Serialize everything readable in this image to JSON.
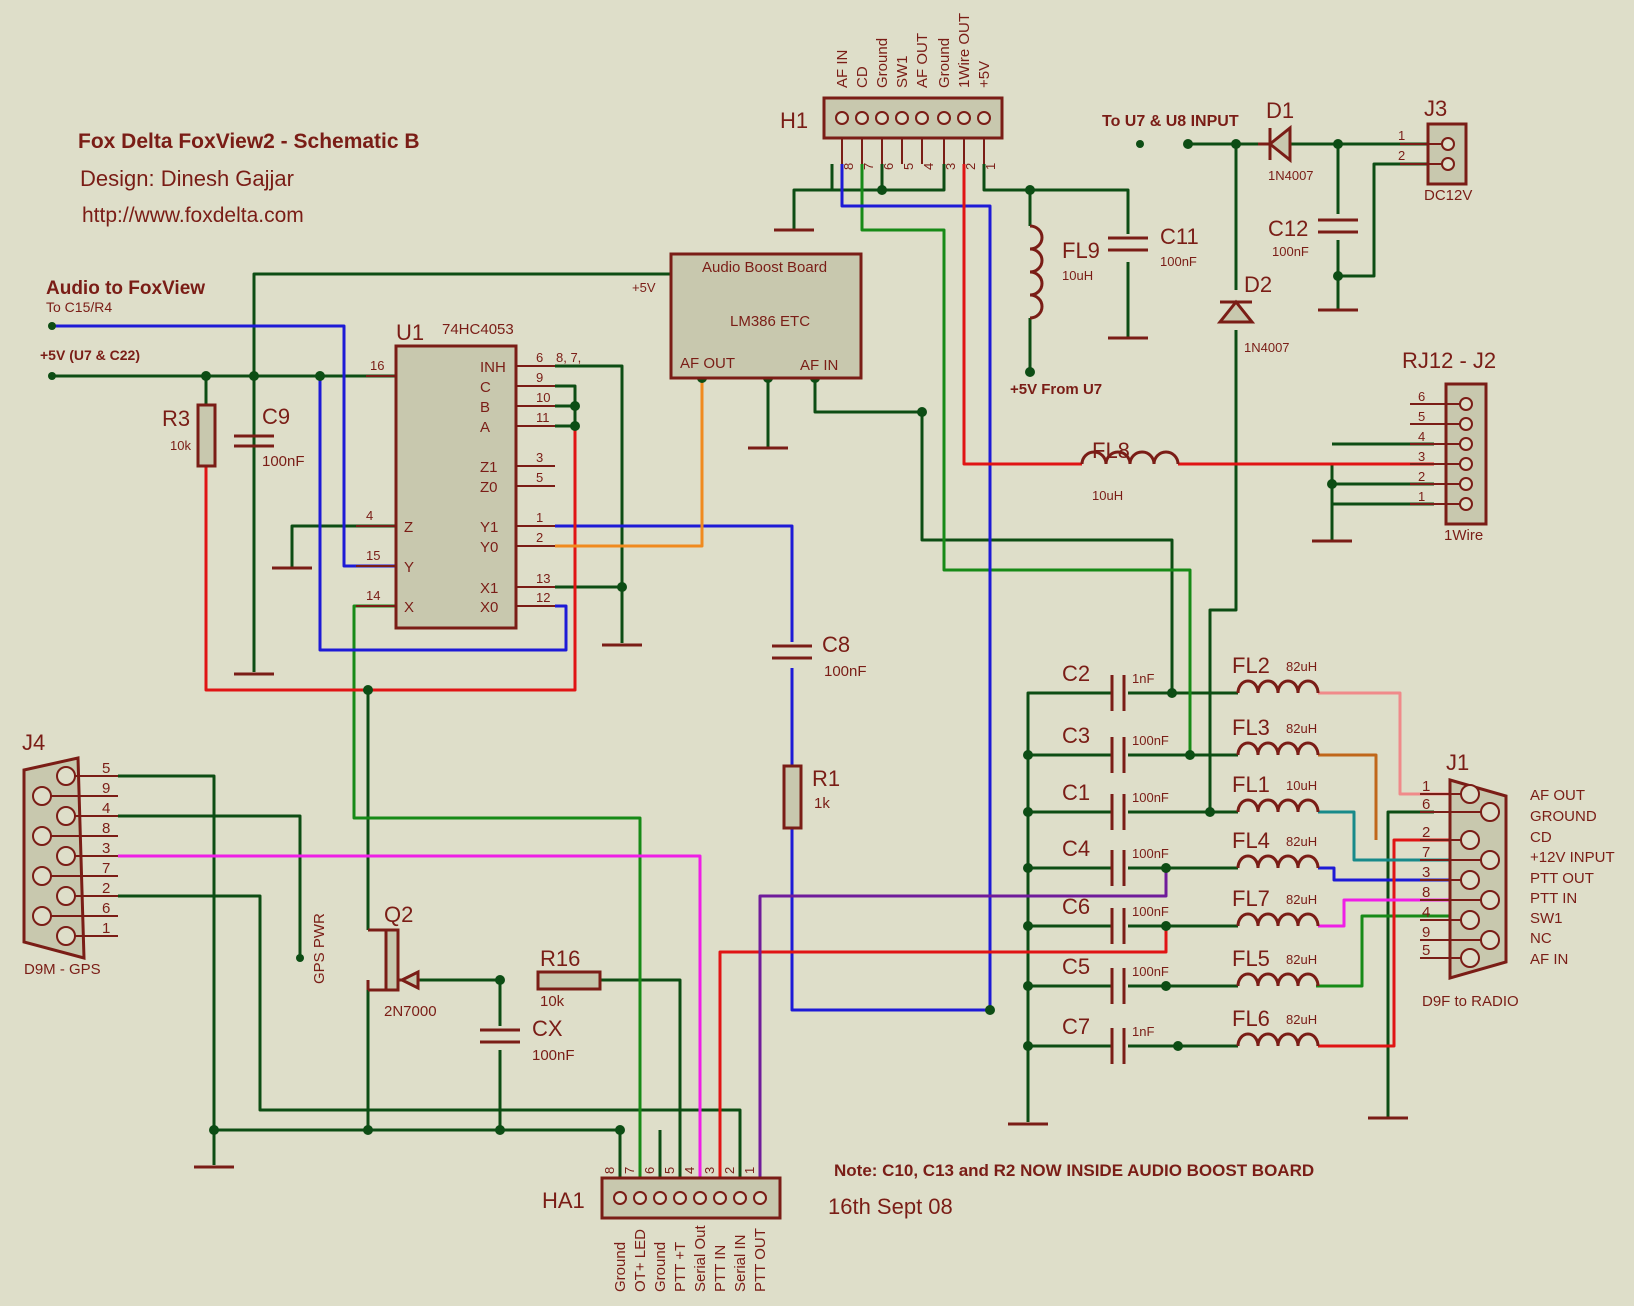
{
  "title": {
    "main": "Fox Delta FoxView2 - Schematic B",
    "design": "Design: Dinesh Gajjar",
    "url": "http://www.foxdelta.com"
  },
  "notes": {
    "note": "Note: C10, C13 and R2 NOW INSIDE AUDIO BOOST BOARD",
    "date": "16th Sept 08"
  },
  "net_labels": {
    "audio_to_foxview": "Audio to FoxView",
    "to_c15_r4": "To C15/R4",
    "plus5v_u7_c22": "+5V (U7 & C22)",
    "to_u7_u8_input": "To U7 & U8 INPUT",
    "plus5v_from_u7": "+5V From U7",
    "gps_pwr": "GPS PWR"
  },
  "u1": {
    "ref": "U1",
    "part": "74HC4053",
    "left_pins": [
      {
        "name": "Z",
        "num": "4"
      },
      {
        "name": "Y",
        "num": "15"
      },
      {
        "name": "X",
        "num": "14"
      }
    ],
    "right_pins": [
      {
        "name": "INH",
        "num": "6"
      },
      {
        "name": "C",
        "num": "9"
      },
      {
        "name": "B",
        "num": "10"
      },
      {
        "name": "A",
        "num": "11"
      },
      {
        "name": "Z1",
        "num": "3"
      },
      {
        "name": "Z0",
        "num": "5"
      },
      {
        "name": "Y1",
        "num": "1"
      },
      {
        "name": "Y0",
        "num": "2"
      },
      {
        "name": "X1",
        "num": "13"
      },
      {
        "name": "X0",
        "num": "12"
      }
    ],
    "vcc_pin": "16",
    "extra_pins": "8, 7,"
  },
  "audio_board": {
    "title": "Audio Boost Board",
    "chip": "LM386 ETC",
    "af_out": "AF OUT",
    "af_in": "AF IN",
    "plus5v": "+5V"
  },
  "h1": {
    "ref": "H1",
    "pin_labels": [
      "AF IN",
      "CD",
      "Ground",
      "SW1",
      "AF OUT",
      "Ground",
      "1Wire OUT",
      "+5V"
    ],
    "pin_numbers": [
      "8",
      "7",
      "6",
      "5",
      "4",
      "3",
      "2",
      "1"
    ]
  },
  "ha1": {
    "ref": "HA1",
    "pin_labels": [
      "Ground",
      "OT+ LED",
      "Ground",
      "PTT +T",
      "Serial Out",
      "PTT IN",
      "Serial IN",
      "PTT OUT"
    ],
    "pin_numbers": [
      "8",
      "7",
      "6",
      "5",
      "4",
      "3",
      "2",
      "1"
    ]
  },
  "j1": {
    "ref": "J1",
    "name": "D9F to RADIO",
    "pin_numbers": [
      "1",
      "6",
      "2",
      "7",
      "3",
      "8",
      "4",
      "9",
      "5"
    ],
    "signals": [
      "AF OUT",
      "GROUND",
      "CD",
      "+12V INPUT",
      "PTT OUT",
      "PTT IN",
      "SW1",
      "NC",
      "AF IN"
    ]
  },
  "j4": {
    "ref": "J4",
    "name": "D9M - GPS",
    "pin_numbers": [
      "5",
      "9",
      "4",
      "8",
      "3",
      "7",
      "2",
      "6",
      "1"
    ]
  },
  "j3": {
    "ref": "J3",
    "name": "DC12V",
    "pin_numbers": [
      "1",
      "2"
    ]
  },
  "rj12": {
    "ref": "RJ12 - J2",
    "name": "1Wire",
    "pin_numbers": [
      "6",
      "5",
      "4",
      "3",
      "2",
      "1"
    ]
  },
  "parts": {
    "r3": {
      "ref": "R3",
      "val": "10k"
    },
    "c9": {
      "ref": "C9",
      "val": "100nF"
    },
    "c8": {
      "ref": "C8",
      "val": "100nF"
    },
    "r1": {
      "ref": "R1",
      "val": "1k"
    },
    "q2": {
      "ref": "Q2",
      "val": "2N7000"
    },
    "r16": {
      "ref": "R16",
      "val": "10k"
    },
    "cx": {
      "ref": "CX",
      "val": "100nF"
    },
    "fl9": {
      "ref": "FL9",
      "val": "10uH"
    },
    "c11": {
      "ref": "C11",
      "val": "100nF"
    },
    "d1": {
      "ref": "D1",
      "val": "1N4007"
    },
    "d2": {
      "ref": "D2",
      "val": "1N4007"
    },
    "c12": {
      "ref": "C12",
      "val": "100nF"
    },
    "fl8": {
      "ref": "FL8",
      "val": "10uH"
    }
  },
  "cap_bank": [
    {
      "ref": "C2",
      "val": "1nF"
    },
    {
      "ref": "C3",
      "val": "100nF"
    },
    {
      "ref": "C1",
      "val": "100nF"
    },
    {
      "ref": "C4",
      "val": "100nF"
    },
    {
      "ref": "C6",
      "val": "100nF"
    },
    {
      "ref": "C5",
      "val": "100nF"
    },
    {
      "ref": "C7",
      "val": "1nF"
    }
  ],
  "filter_bank": [
    {
      "ref": "FL2",
      "val": "82uH"
    },
    {
      "ref": "FL3",
      "val": "82uH"
    },
    {
      "ref": "FL1",
      "val": "10uH"
    },
    {
      "ref": "FL4",
      "val": "82uH"
    },
    {
      "ref": "FL7",
      "val": "82uH"
    },
    {
      "ref": "FL5",
      "val": "82uH"
    },
    {
      "ref": "FL6",
      "val": "82uH"
    }
  ],
  "colors": {
    "background": "#dedec9",
    "component": "#7a1d16",
    "wire_green": "#0d4d14",
    "wire_bright_green": "#178a17",
    "wire_blue": "#1d1ad6",
    "wire_red": "#e01414",
    "wire_orange": "#f08a1e",
    "wire_magenta": "#ef1ee6",
    "wire_purple": "#6f1b9a",
    "wire_pink": "#f08a8a",
    "wire_brown": "#c0671a",
    "wire_teal": "#178a8a",
    "part_fill": "#c8c8ae"
  }
}
